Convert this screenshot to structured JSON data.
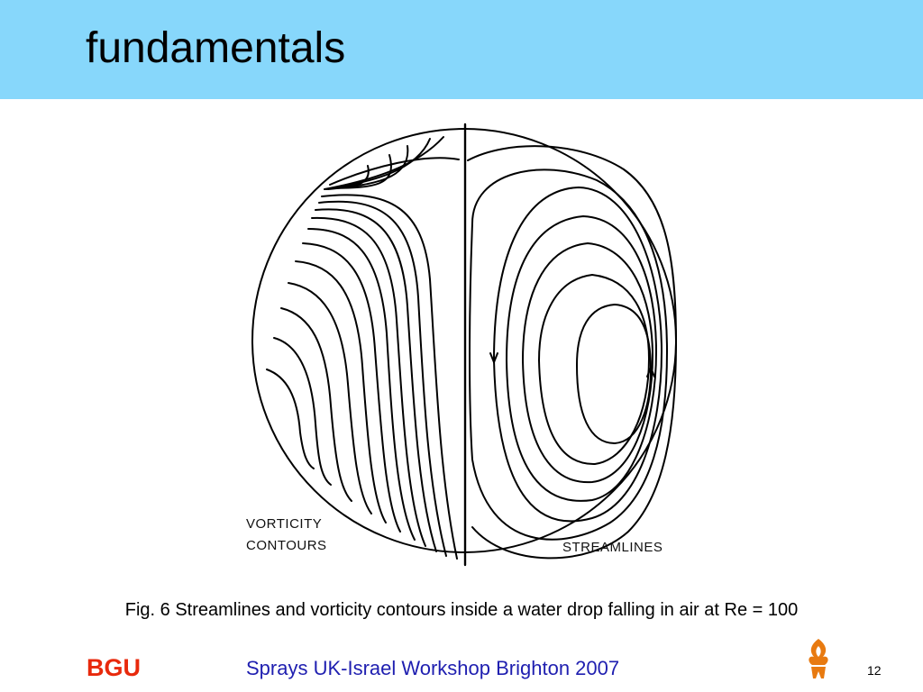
{
  "slide": {
    "title": "fundamentals",
    "caption": "Fig. 6 Streamlines and vorticity contours inside a water drop falling in air at Re = 100",
    "page_number": "12"
  },
  "figure": {
    "left_label_line1": "VORTICITY",
    "left_label_line2": "CONTOURS",
    "right_label": "STREAMLINES"
  },
  "footer": {
    "organization": "BGU",
    "event": "Sprays UK-Israel Workshop Brighton 2007"
  },
  "colors": {
    "title_bar": "#87d7fb",
    "organization": "#e8290c",
    "event": "#1f1fb0",
    "logo": "#e87a10"
  }
}
